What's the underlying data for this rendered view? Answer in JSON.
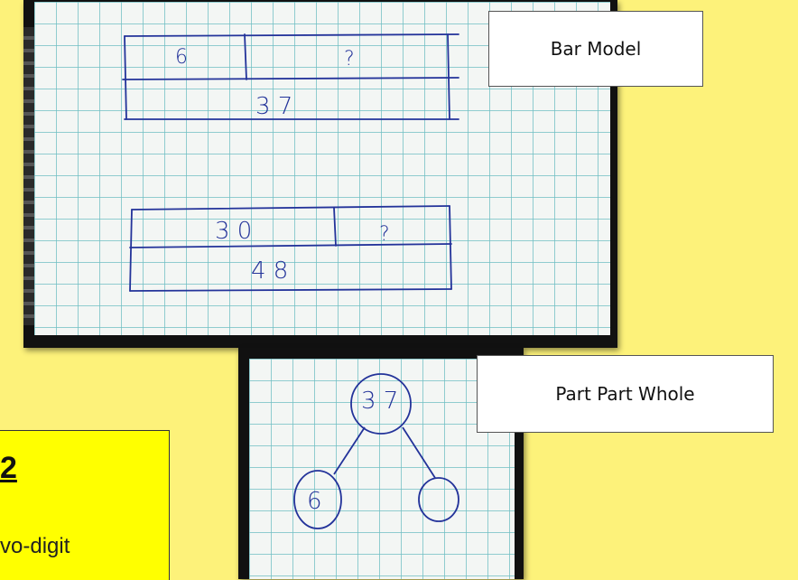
{
  "labels": {
    "bar_model": "Bar Model",
    "part_part_whole": "Part Part Whole"
  },
  "lesson": {
    "number": "2",
    "description_fragment": "vo-digit"
  },
  "handwriting": {
    "bar1": {
      "part_a": "6",
      "part_b": "?",
      "whole": "3 7"
    },
    "bar2": {
      "part_a": "3 0",
      "part_b": "?",
      "whole": "4 8"
    },
    "ppw": {
      "whole": "3 7",
      "part_a": "6",
      "part_b": ""
    }
  },
  "colors": {
    "background": "#fdf27a",
    "lesson_box": "#ffff00",
    "ink": "#23339a",
    "grid": "#6ebec3"
  }
}
